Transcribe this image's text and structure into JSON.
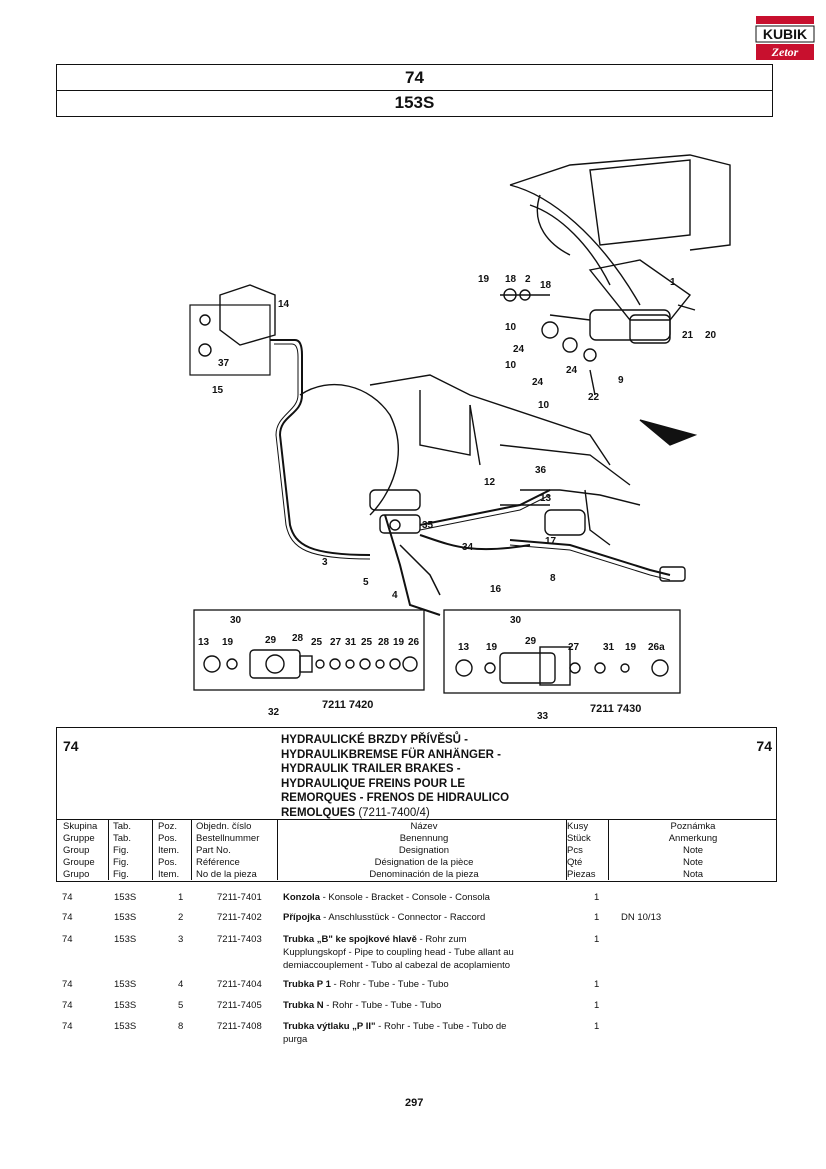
{
  "logo": {
    "top_text": "KUBIK",
    "bottom_text": "Zetor"
  },
  "header": {
    "group": "74",
    "table": "153S"
  },
  "diagram": {
    "callouts": [
      "1",
      "2",
      "3",
      "4",
      "5",
      "8",
      "9",
      "10",
      "12",
      "13",
      "14",
      "15",
      "16",
      "17",
      "18",
      "19",
      "20",
      "21",
      "22",
      "24",
      "29",
      "34",
      "35",
      "36",
      "37"
    ],
    "inset_a_label": "7211 7420",
    "inset_a_num": "32",
    "inset_b_label": "7211  7430",
    "inset_b_num": "33",
    "inset_a_parts": [
      "30",
      "13",
      "19",
      "29",
      "28",
      "25",
      "27",
      "31",
      "25",
      "28",
      "19",
      "26"
    ],
    "inset_b_parts": [
      "30",
      "13",
      "19",
      "29",
      "27",
      "31",
      "19",
      "26a"
    ]
  },
  "description": {
    "group_left": "74",
    "group_right": "74",
    "lines": [
      "HYDRAULICKÉ BRZDY PŘÍVĚSŮ -",
      "HYDRAULIKBREMSE FÜR ANHÄNGER -",
      "HYDRAULIK TRAILER BRAKES -",
      "HYDRAULIQUE FREINS POUR LE",
      "REMORQUES - FRENOS DE HIDRAULICO"
    ],
    "last_line": "REMOLQUES",
    "code": "(7211-7400/4)"
  },
  "columns": {
    "c1": [
      "Skupina",
      "Gruppe",
      "Group",
      "Groupe",
      "Grupo"
    ],
    "c2": [
      "Tab.",
      "Tab.",
      "Fig.",
      "Fig.",
      "Fig."
    ],
    "c3": [
      "Poz.",
      "Pos.",
      "Item.",
      "Pos.",
      "Item."
    ],
    "c4": [
      "Objedn. číslo",
      "Bestellnummer",
      "Part No.",
      "Référence",
      "No de la pieza"
    ],
    "c5": [
      "Název",
      "Benennung",
      "Designation",
      "Désignation de la pièce",
      "Denominación de la pieza"
    ],
    "c6": [
      "Kusy",
      "Stück",
      "Pcs",
      "Qté",
      "Piezas"
    ],
    "c7": [
      "Poznámka",
      "Anmerkung",
      "Note",
      "Note",
      "Nota"
    ]
  },
  "rows": [
    {
      "group": "74",
      "tab": "153S",
      "pos": "1",
      "part": "7211-7401",
      "name_bold": "Konzola",
      "name_rest": " - Konsole - Bracket - Console - Consola",
      "name_2": "",
      "qty": "1",
      "note": ""
    },
    {
      "group": "74",
      "tab": "153S",
      "pos": "2",
      "part": "7211-7402",
      "name_bold": "Přípojka",
      "name_rest": " - Anschlusstück - Connector - Raccord",
      "name_2": "",
      "qty": "1",
      "note": "DN 10/13"
    },
    {
      "group": "74",
      "tab": "153S",
      "pos": "3",
      "part": "7211-7403",
      "name_bold": "Trubka „B\" ke spojkové hlavě",
      "name_rest": " - Rohr zum",
      "name_2": "Kupplungskopf - Pipe to coupling head - Tube allant au\ndemiaccouplement - Tubo al cabezal de acoplamiento",
      "qty": "1",
      "note": ""
    },
    {
      "group": "74",
      "tab": "153S",
      "pos": "4",
      "part": "7211-7404",
      "name_bold": "Trubka P 1",
      "name_rest": " - Rohr - Tube - Tube - Tubo",
      "name_2": "",
      "qty": "1",
      "note": ""
    },
    {
      "group": "74",
      "tab": "153S",
      "pos": "5",
      "part": "7211-7405",
      "name_bold": "Trubka N",
      "name_rest": " - Rohr - Tube - Tube - Tubo",
      "name_2": "",
      "qty": "1",
      "note": ""
    },
    {
      "group": "74",
      "tab": "153S",
      "pos": "8",
      "part": "7211-7408",
      "name_bold": "Trubka výtlaku „P II\"",
      "name_rest": " - Rohr - Tube - Tube - Tubo de",
      "name_2": "purga",
      "qty": "1",
      "note": ""
    }
  ],
  "page_number": "297"
}
